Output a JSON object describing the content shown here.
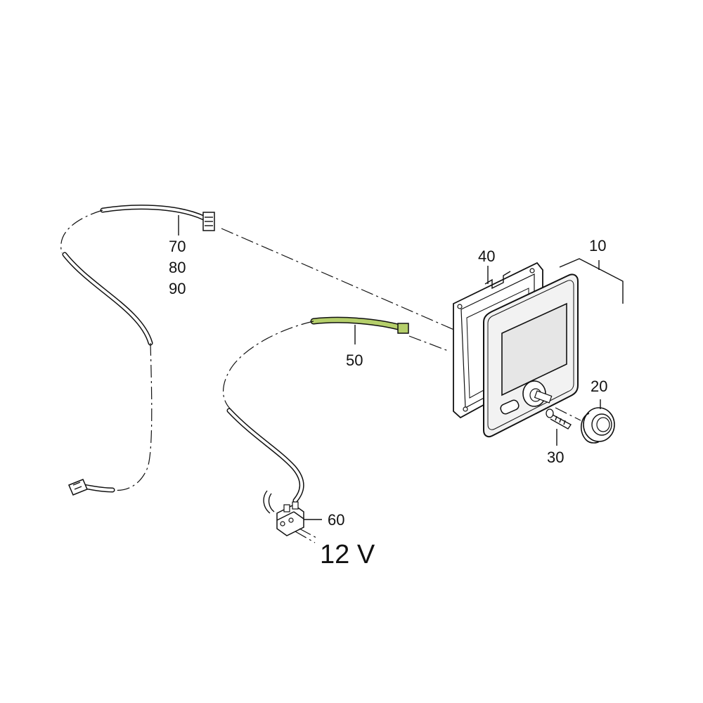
{
  "diagram": {
    "part_labels": {
      "p10": "10",
      "p20": "20",
      "p30": "30",
      "p40": "40",
      "p50": "50",
      "p60": "60",
      "p70": "70",
      "p80": "80",
      "p90": "90"
    },
    "voltage_label": "12 V"
  },
  "colors": {
    "highlight": "#b5cf6b",
    "line": "#111111",
    "panel_fill": "#f2f2f2",
    "screen_fill": "#e6e6e6"
  }
}
